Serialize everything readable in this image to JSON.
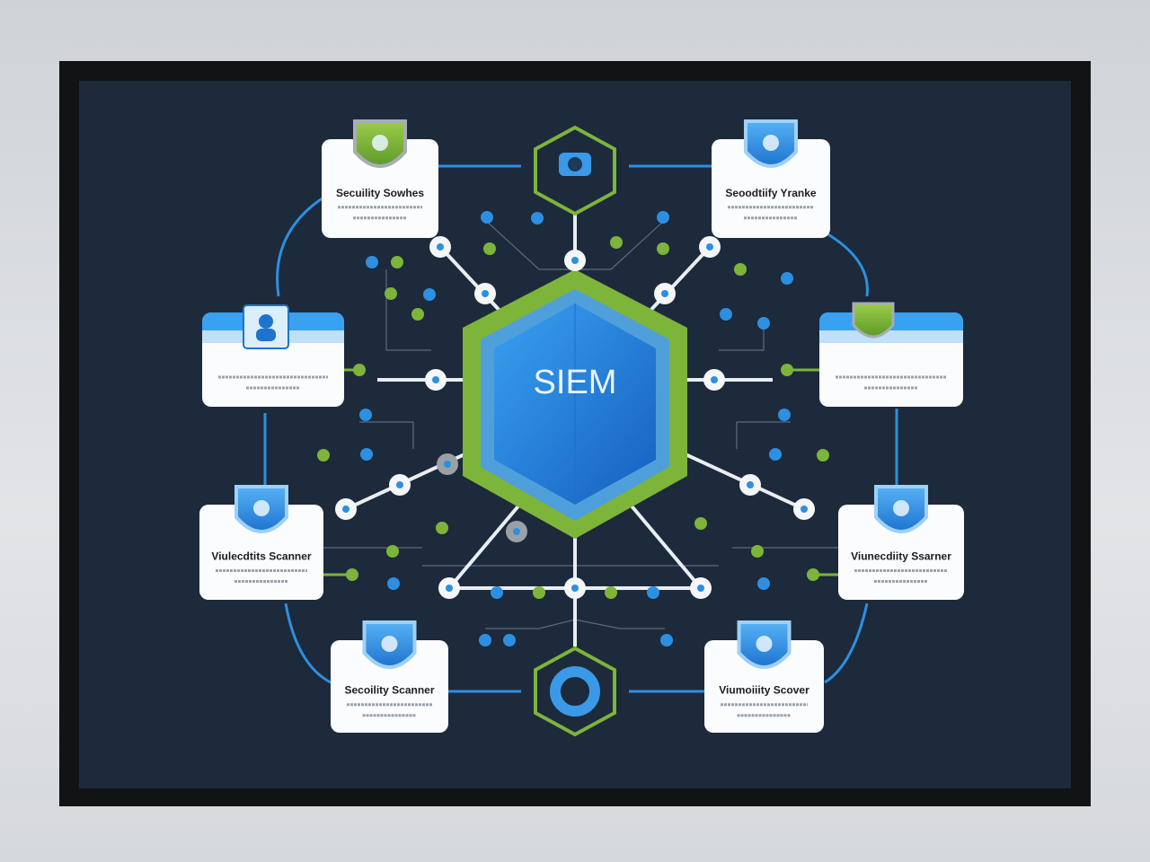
{
  "diagram": {
    "center_label": "SIEM",
    "cards": [
      {
        "id": "top-left",
        "title": "Secuility Sowhes",
        "icon": "green-shield-icon"
      },
      {
        "id": "top-right",
        "title": "Seoodtiify Yranke",
        "icon": "blue-shield-icon"
      },
      {
        "id": "mid-left",
        "title": "",
        "icon": "user-icon"
      },
      {
        "id": "mid-right",
        "title": "",
        "icon": "green-shield-icon"
      },
      {
        "id": "left-lower",
        "title": "Viulecdtits Scanner",
        "icon": "shield-icon"
      },
      {
        "id": "right-lower",
        "title": "Viunecdiity Ssarner",
        "icon": "shield-icon"
      },
      {
        "id": "bottom-left",
        "title": "Secoility Scanner",
        "icon": "lock-shield-icon"
      },
      {
        "id": "bottom-right",
        "title": "Viumoiiity Scover",
        "icon": "shield-icon"
      }
    ],
    "colors": {
      "navy": "#1c2a3b",
      "green": "#7db43a",
      "blue": "#2d8fe0",
      "frame": "#111214"
    }
  }
}
